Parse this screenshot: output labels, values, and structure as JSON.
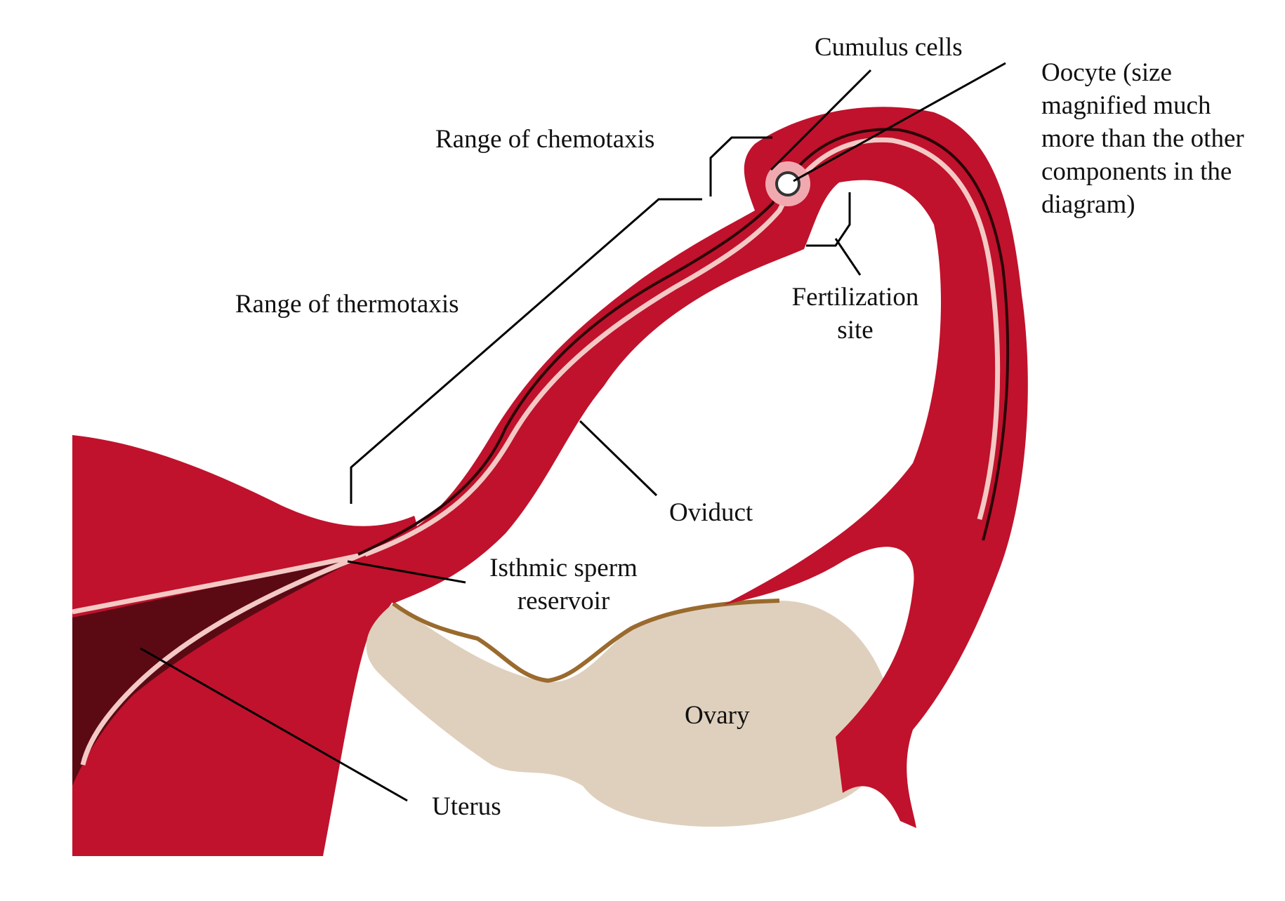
{
  "colors": {
    "tissue": "#c0122c",
    "tissue_dark": "#8e0d24",
    "tissue_vein": "#7d0c1f",
    "lumen": "#f4c9c5",
    "lumen_dark": "#5b0a14",
    "ovary": "#dfd0bd",
    "ovary_edge": "#9a6a2e",
    "leader": "#000000",
    "cumulus": "#f1a9b0"
  },
  "labels": {
    "cumulus": "Cumulus cells",
    "oocyte": [
      "Oocyte (size",
      "magnified much",
      "more than the other",
      "components in the",
      "diagram)"
    ],
    "chemotaxis": "Range of chemotaxis",
    "thermotaxis": "Range of thermotaxis",
    "fertilization": [
      "Fertilization",
      "site"
    ],
    "oviduct": "Oviduct",
    "isthmic": [
      "Isthmic sperm",
      "reservoir"
    ],
    "ovary": "Ovary",
    "uterus": "Uterus"
  }
}
